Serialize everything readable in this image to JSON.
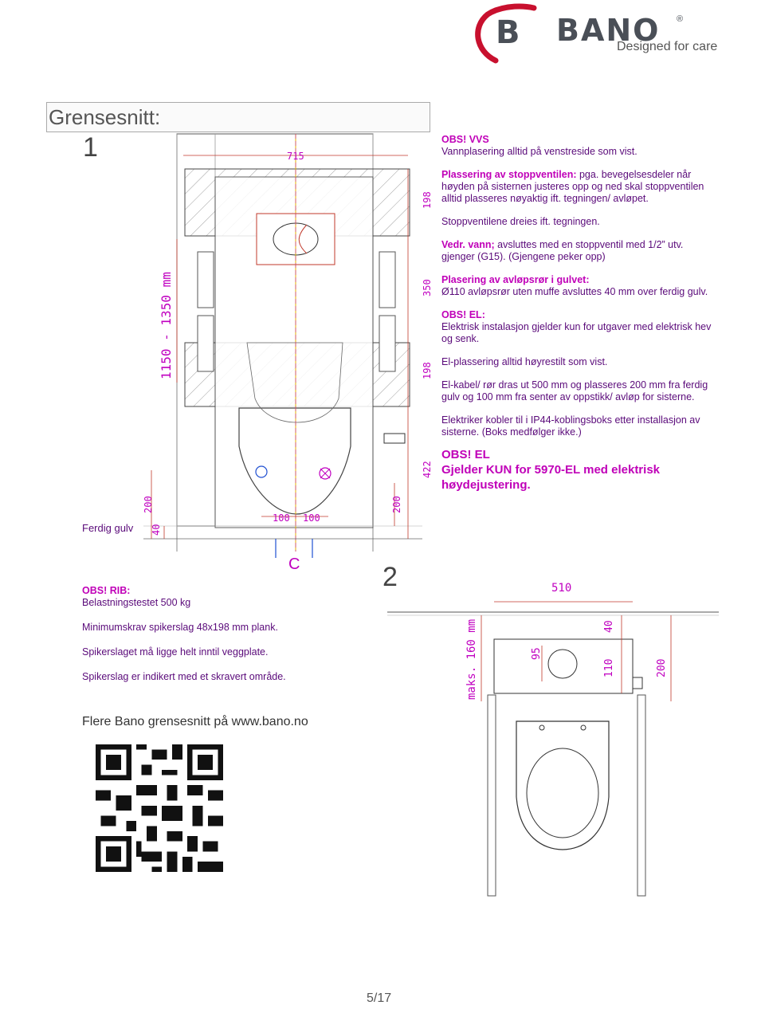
{
  "header": {
    "brand": "BANO",
    "brand_mark": "B",
    "registered": "®",
    "tagline": "Designed for care"
  },
  "title": {
    "text": "Grensesnitt:",
    "section1": "1",
    "section2": "2",
    "section_c": "C"
  },
  "dimensions_top": {
    "width_715": "715",
    "d198_top": "198",
    "d350": "350",
    "d198_mid": "198",
    "d422": "422",
    "height_range": "1150 - 1350 mm",
    "d200_left": "200",
    "d40": "40",
    "d100_left": "100",
    "d100_right": "100",
    "d200_right": "200",
    "floor_label": "Ferdig gulv"
  },
  "dimensions_bottom": {
    "d510": "510",
    "d40": "40",
    "d95": "95",
    "d110": "110",
    "d200": "200",
    "max160": "maks. 160 mm"
  },
  "notes_right": {
    "obs_vvs": "OBS! VVS",
    "vvs_line": "Vannplasering alltid på venstreside som vist.",
    "stopp_head": "Plassering av stoppventilen:",
    "stopp_body": " pga. bevegelsesdeler når høyden på sisternen justeres opp og ned skal stoppventilen alltid plasseres nøyaktig ift. tegningen/ avløpet.",
    "stopp_turn": "Stoppventilene dreies ift. tegningen.",
    "vedr_head": "Vedr. vann;",
    "vedr_body": " avsluttes med en stoppventil med 1/2” utv. gjenger (G15). (Gjengene peker opp)",
    "avlop_head": "Plasering av avløpsrør i gulvet:",
    "avlop_body": "Ø110 avløpsrør uten muffe avsluttes 40 mm over ferdig gulv.",
    "obs_el": "OBS! EL:",
    "el_line1": "Elektrisk instalasjon gjelder kun for utgaver med elektrisk hev og senk.",
    "el_line2": "El-plassering alltid høyrestilt som vist.",
    "el_line3": "El-kabel/ rør dras ut 500 mm og plasseres 200 mm fra ferdig gulv og 100 mm fra senter av oppstikk/ avløp for sisterne.",
    "el_line4": "Elektriker kobler til i IP44-koblingsboks etter installasjon av sisterne. (Boks medfølger ikke.)",
    "obs_el_big": "OBS! EL",
    "el_big_line": "Gjelder KUN for 5970-EL med elektrisk høydejustering."
  },
  "notes_left": {
    "obs_rib": "OBS! RIB:",
    "rib_line": "Belastningstestet 500 kg",
    "min_krav": "Minimumskrav spikerslag 48x198 mm plank.",
    "spiker_helt": "Spikerslaget må ligge helt inntil veggplate.",
    "spiker_skravert": "Spikerslag er indikert med et skravert område.",
    "flere": "Flere Bano grensesnitt på www.bano.no"
  },
  "footer": {
    "page": "5/17"
  },
  "colors": {
    "accent": "#c000c0",
    "brand_red": "#c8102e",
    "brand_grey": "#4a4f57"
  }
}
